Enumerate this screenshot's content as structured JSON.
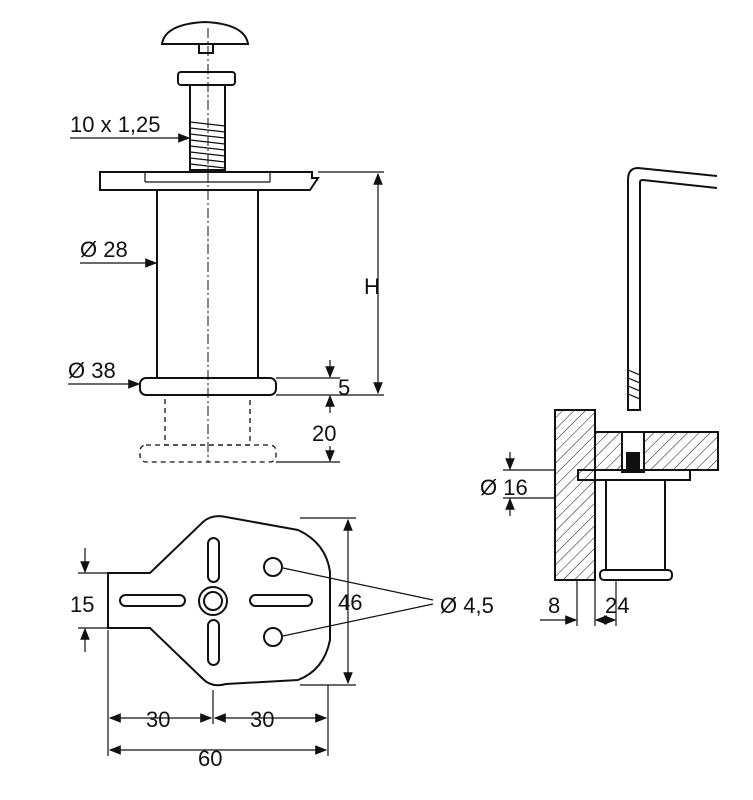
{
  "labels": {
    "thread": "10 x 1,25",
    "tube_diameter": "Ø 28",
    "foot_diameter": "Ø 38",
    "height": "H",
    "foot_thickness": "5",
    "adjust_range": "20",
    "tab_width": "15",
    "plate_height": "46",
    "hole_diameter": "Ø 4,5",
    "half_width_left": "30",
    "half_width_right": "30",
    "total_width": "60",
    "bore_diameter": "Ø 16",
    "wall_offset": "8",
    "leg_width": "24"
  }
}
